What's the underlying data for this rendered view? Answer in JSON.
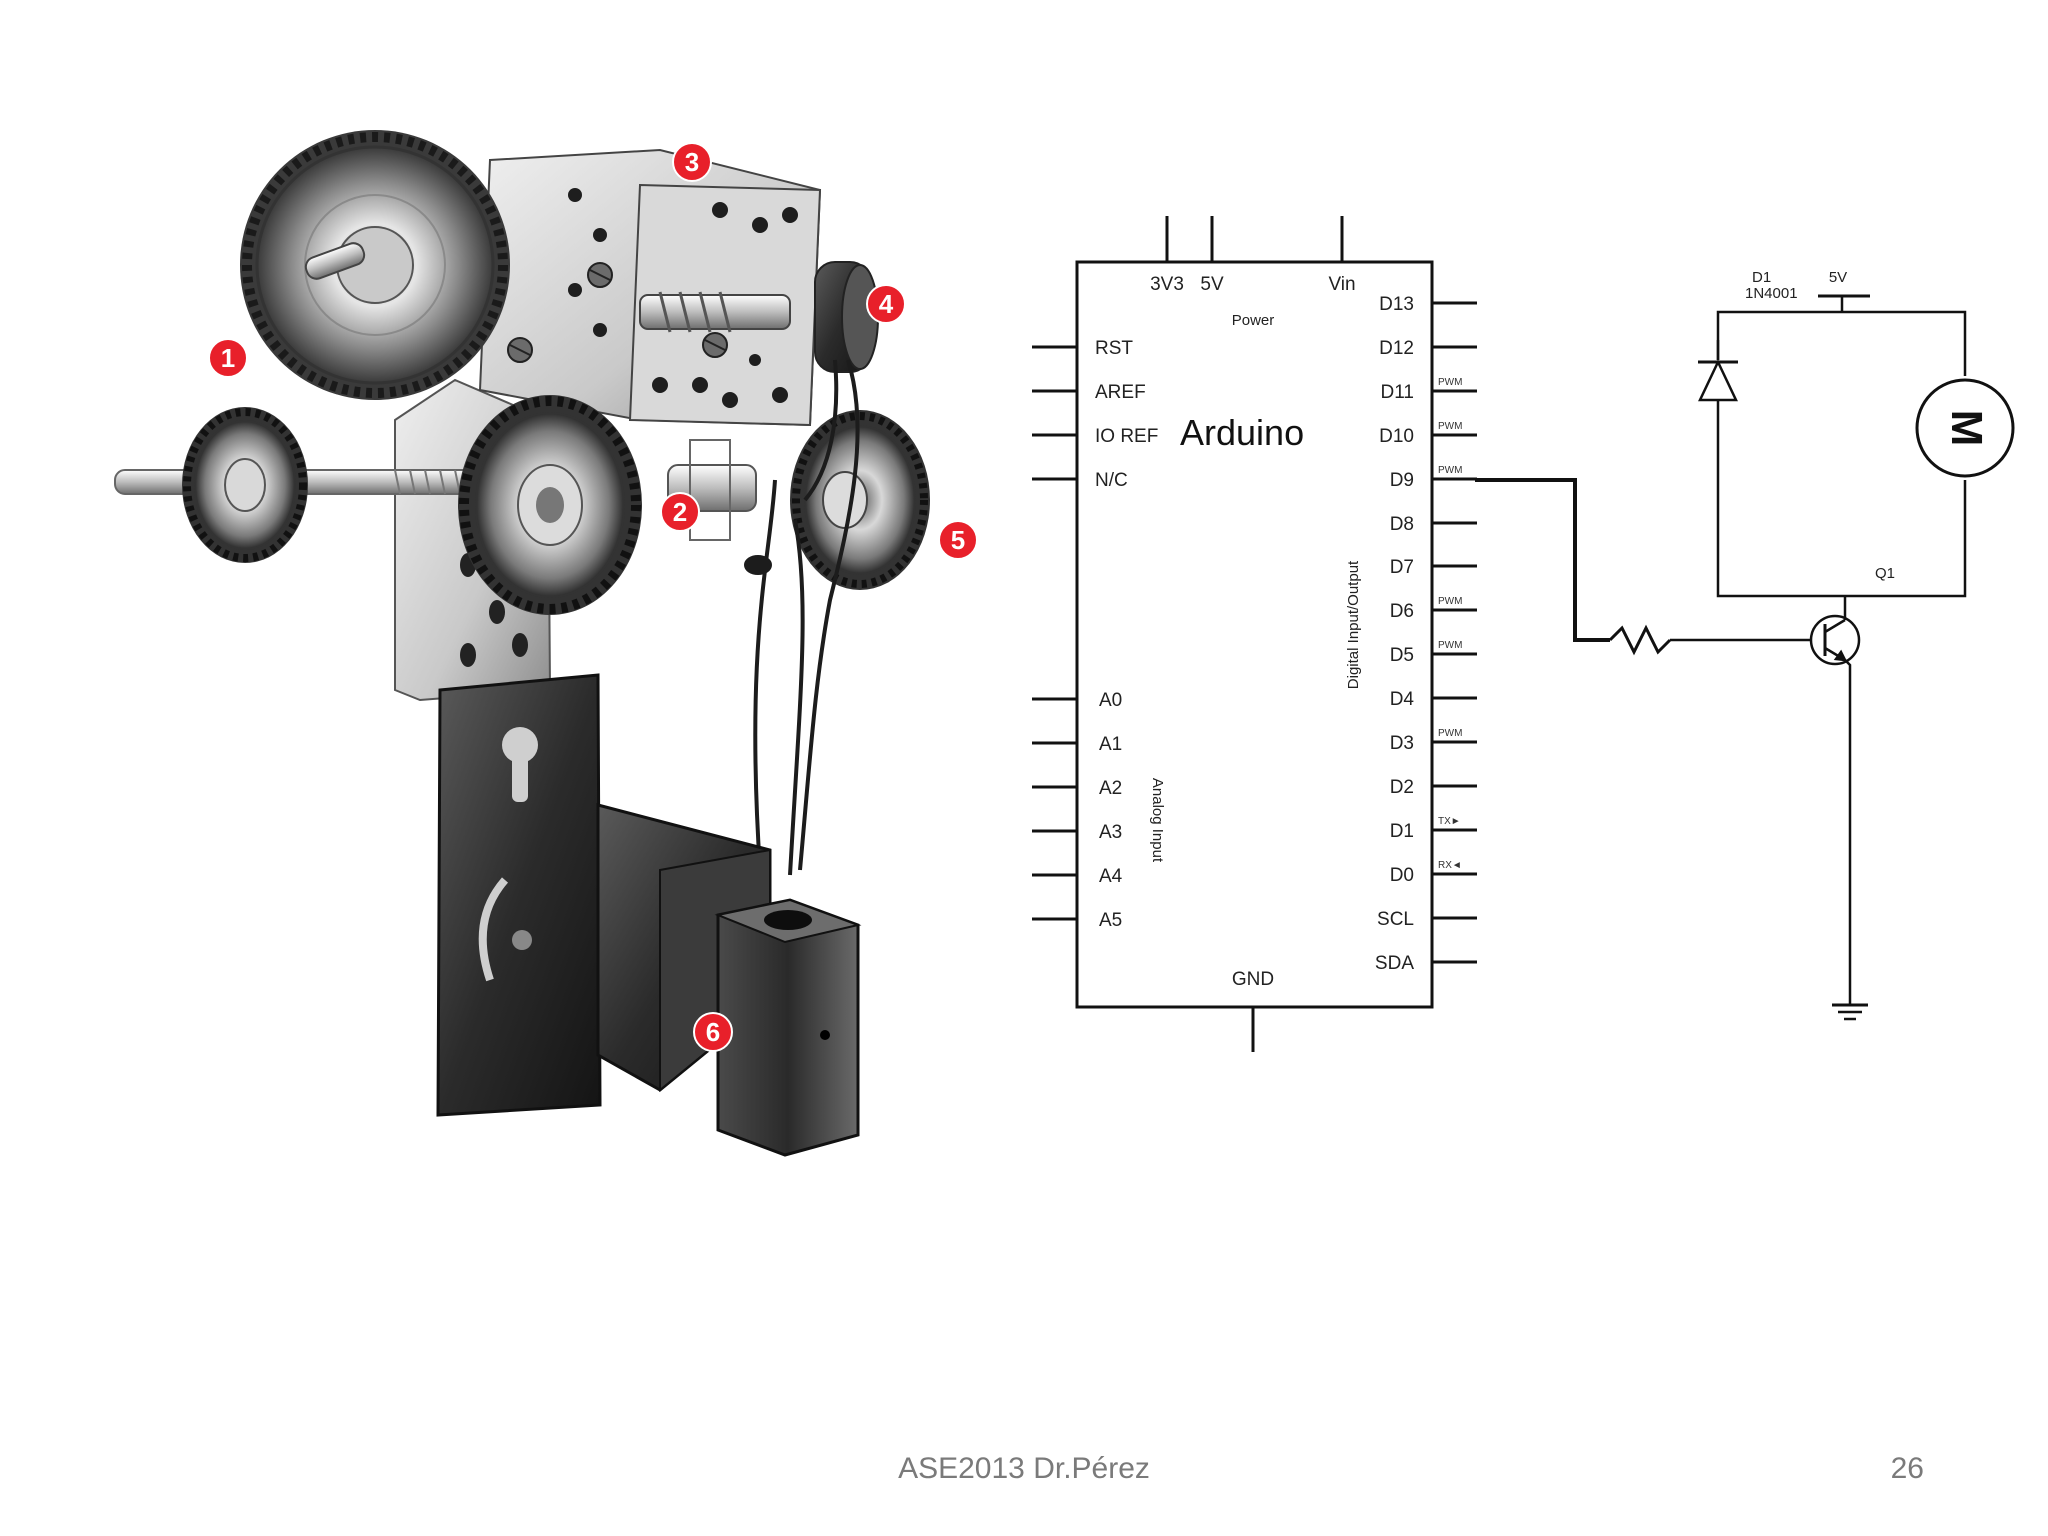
{
  "footer": {
    "credit": "ASE2013 Dr.Pérez",
    "slide_number": "26"
  },
  "illustration": {
    "callouts": [
      "1",
      "2",
      "3",
      "4",
      "5",
      "6"
    ],
    "callout_color": "#e8202a"
  },
  "arduino": {
    "title": "Arduino",
    "power_label": "Power",
    "power_pins": [
      "3V3",
      "5V",
      "Vin"
    ],
    "gnd_label": "GND",
    "left_pins": [
      "RST",
      "AREF",
      "IO REF",
      "N/C"
    ],
    "analog_pins": [
      "A0",
      "A1",
      "A2",
      "A3",
      "A4",
      "A5"
    ],
    "analog_label": "Analog Input",
    "digital_pins": [
      "D13",
      "D12",
      "D11",
      "D10",
      "D9",
      "D8",
      "D7",
      "D6",
      "D5",
      "D4",
      "D3",
      "D2",
      "D1",
      "D0",
      "SCL",
      "SDA"
    ],
    "digital_label": "Digital Input/Output",
    "pin_notes": [
      "",
      "",
      "PWM",
      "PWM",
      "PWM",
      "",
      "",
      "PWM",
      "PWM",
      "",
      "PWM",
      "",
      "TX►",
      "RX◄",
      "",
      ""
    ]
  },
  "circuit": {
    "diode_name": "D1",
    "diode_part": "1N4001",
    "supply_label": "5V",
    "transistor_label": "Q1",
    "motor_symbol": "M"
  }
}
